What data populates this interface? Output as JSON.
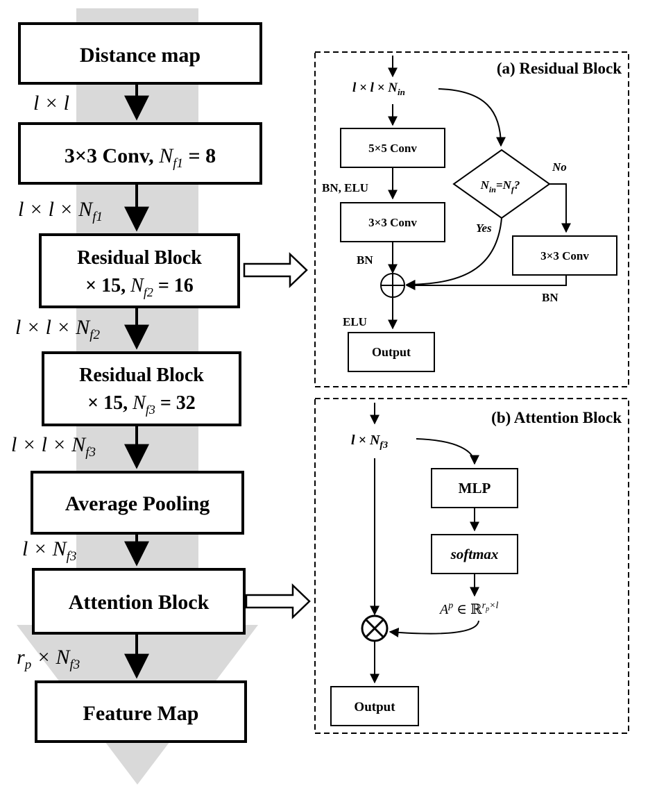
{
  "main_flow": {
    "distance_map": "Distance map",
    "dim1": "l × l",
    "conv": {
      "pre": "3×3 Conv, ",
      "n": "N",
      "sub": "f1",
      "post": " = 8"
    },
    "dim2": {
      "pre": "l × l × ",
      "n": "N",
      "sub": "f1"
    },
    "res1": {
      "line1": "Residual Block",
      "pre": "× 15, ",
      "n": "N",
      "sub": "f2",
      "post": " = 16"
    },
    "dim3": {
      "pre": "l × l × ",
      "n": "N",
      "sub": "f2"
    },
    "res2": {
      "line1": "Residual Block",
      "pre": "× 15, ",
      "n": "N",
      "sub": "f3",
      "post": " = 32"
    },
    "dim4": {
      "pre": "l × l × ",
      "n": "N",
      "sub": "f3"
    },
    "avg_pool": "Average Pooling",
    "dim5": {
      "pre": "l × ",
      "n": "N",
      "sub": "f3"
    },
    "attention": "Attention Block",
    "dim6": {
      "r": "r",
      "rsub": "p",
      "mid": " × ",
      "n": "N",
      "sub": "f3"
    },
    "feature_map": "Feature Map"
  },
  "residual_block": {
    "title": "(a) Residual Block",
    "input": {
      "pre": "l × l × ",
      "n": "N",
      "sub": "in"
    },
    "conv5": "5×5 Conv",
    "bn_elu": "BN, ELU",
    "conv3": "3×3 Conv",
    "bn": "BN",
    "decision": {
      "n": "N",
      "sub1": "in",
      "eq": "=",
      "n2": "N",
      "sub2": "f",
      "q": "?"
    },
    "no": "No",
    "yes": "Yes",
    "shortcut_conv": "3×3 Conv",
    "bn2": "BN",
    "elu": "ELU",
    "output": "Output"
  },
  "attention_block": {
    "title": "(b) Attention Block",
    "input": {
      "pre": "l × ",
      "n": "N",
      "sub": "f3"
    },
    "mlp": "MLP",
    "softmax": "softmax",
    "attn": {
      "a": "A",
      "sup": "p",
      "in": " ∈ ℝ",
      "r": "r",
      "rsub": "p",
      "x": "×l"
    },
    "output": "Output"
  }
}
